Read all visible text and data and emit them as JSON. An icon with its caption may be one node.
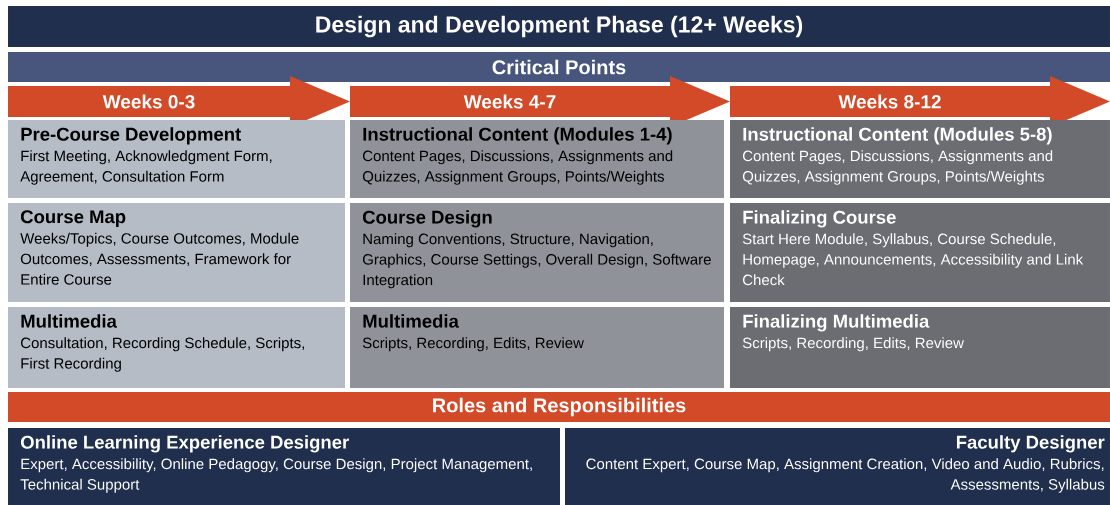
{
  "diagram": {
    "title": "Design and Development Phase (12+ Weeks)",
    "nodes": [
      {
        "text": [
          "Critical Points"
        ]
      },
      {
        "text": [
          "Weeks 0-3"
        ]
      },
      {
        "text": [
          "Weeks 4-7"
        ]
      },
      {
        "text": [
          "Weeks 8-12"
        ]
      },
      {
        "text": [
          "Pre-Course Development",
          "First Meeting, Acknowledgment Form, Agreement, Consultation Form"
        ]
      },
      {
        "text": [
          "Instructional Content (Modules 1-4)",
          "Content Pages, Discussions, Assignments and Quizzes, Assignment Groups, Points/Weights"
        ]
      },
      {
        "text": [
          "Instructional Content (Modules 5-8)",
          "Content Pages, Discussions, Assignments and Quizzes, Assignment Groups, Points/Weights"
        ]
      },
      {
        "text": [
          "Course Map",
          "Weeks/Topics, Course Outcomes, Module Outcomes, Assessments, Framework for Entire Course"
        ]
      },
      {
        "text": [
          "Course Design",
          "Naming Conventions, Structure, Navigation, Graphics, Course Settings, Overall Design, Software Integration"
        ]
      },
      {
        "text": [
          "Finalizing Course",
          "Start Here Module, Syllabus, Course Schedule, Homepage, Announcements, Accessibility and Link Check"
        ]
      },
      {
        "text": [
          "Multimedia",
          "Consultation, Recording Schedule, Scripts, First Recording"
        ]
      },
      {
        "text": [
          "Multimedia",
          "Scripts, Recording, Edits, Review"
        ]
      },
      {
        "text": [
          "Finalizing Multimedia",
          "Scripts, Recording, Edits, Review"
        ]
      },
      {
        "text": [
          "Roles and Responsibilities"
        ]
      },
      {
        "text": [
          "Online Learning Experience Designer",
          "Expert, Accessibility, Online Pedagogy, Course Design, Project Management, Technical Support"
        ]
      },
      {
        "text": [
          "Faculty Designer",
          "Content Expert, Course Map, Assignment Creation, Video and Audio, Rubrics, Assessments, Syllabus"
        ]
      }
    ],
    "edges": []
  }
}
